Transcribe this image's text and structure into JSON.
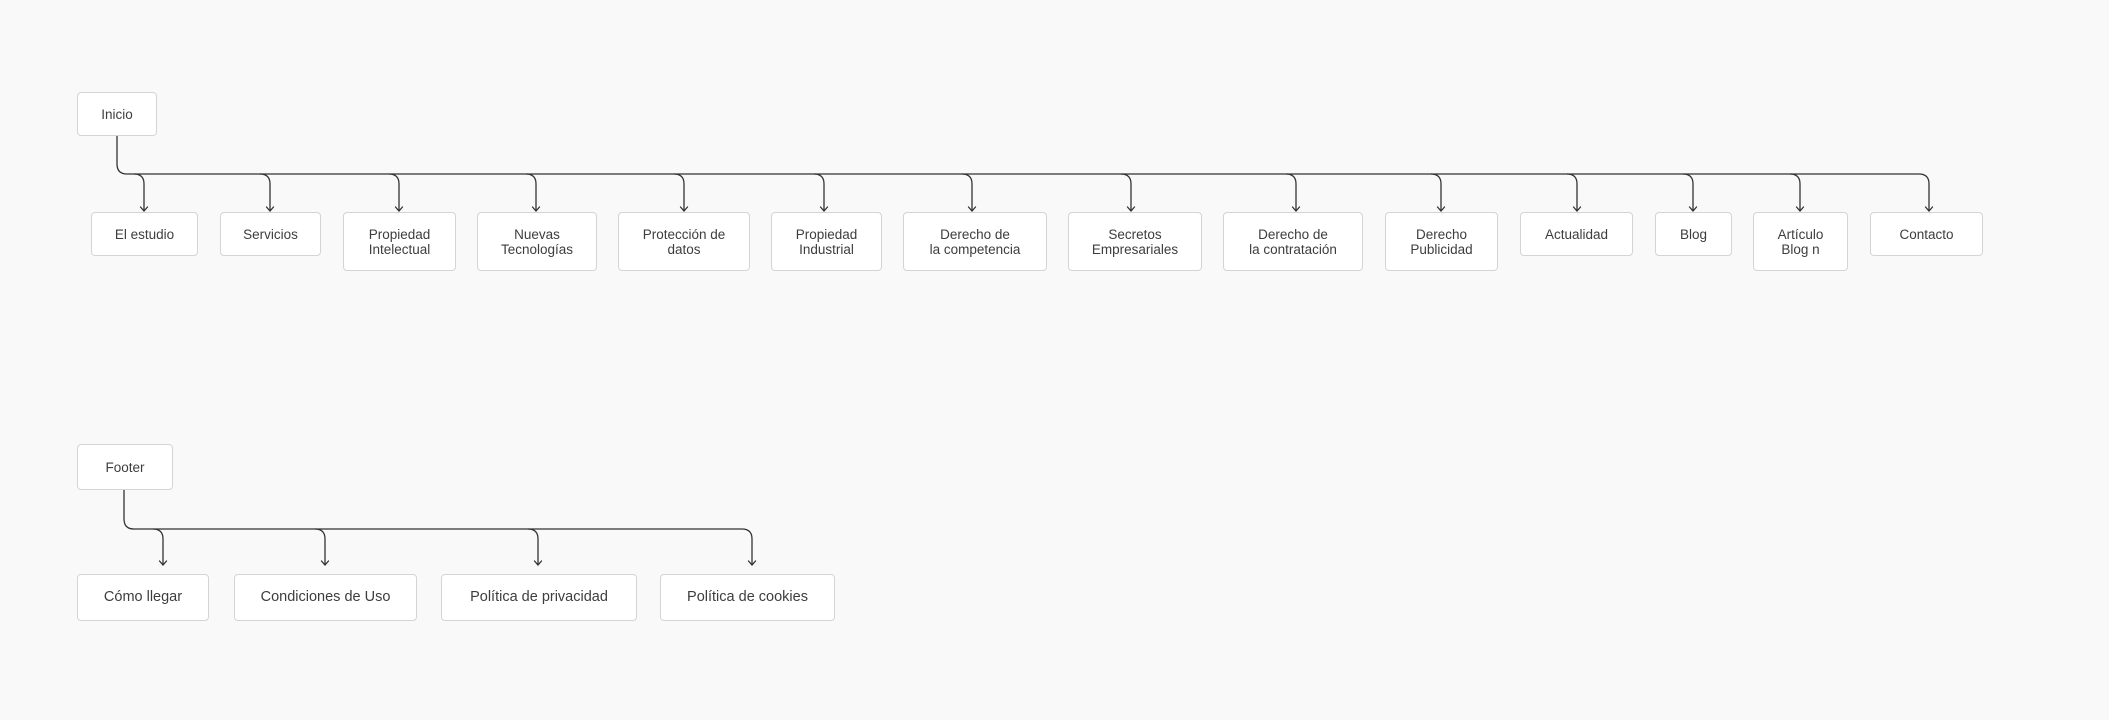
{
  "diagram": {
    "sections": [
      {
        "id": "main",
        "root": "Inicio",
        "children": [
          "El estudio",
          "Servicios",
          "Propiedad\nIntelectual",
          "Nuevas\nTecnologías",
          "Protección de\ndatos",
          "Propiedad\nIndustrial",
          "Derecho de\nla competencia",
          "Secretos\nEmpresariales",
          "Derecho de\nla contratación",
          "Derecho\nPublicidad",
          "Actualidad",
          "Blog",
          "Artículo\nBlog n",
          "Contacto"
        ]
      },
      {
        "id": "footer",
        "root": "Footer",
        "children": [
          "Cómo llegar",
          "Condiciones de Uso",
          "Política de privacidad",
          "Política de cookies"
        ]
      }
    ],
    "colors": {
      "background": "#f9f9f9",
      "node_fill": "#ffffff",
      "node_border": "#d4d4d4",
      "connector": "#333333",
      "text": "#3d3d3d"
    }
  }
}
